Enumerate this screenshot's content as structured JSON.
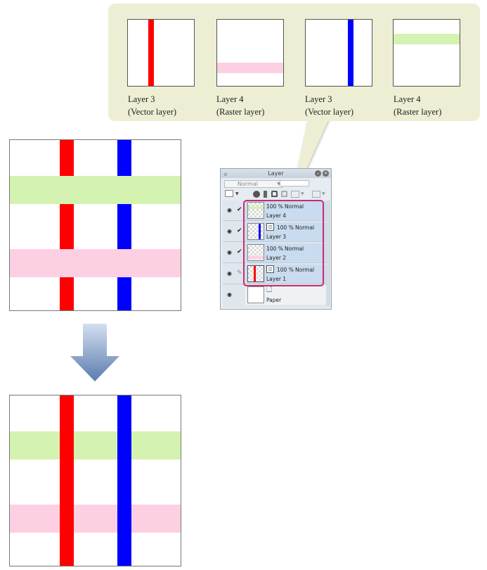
{
  "colors": {
    "red": "#ff0000",
    "blue": "#0000ff",
    "green": "#d4f2b0",
    "pink": "#fcd0e2",
    "callout_bg": "#edeed3",
    "highlight": "#cc2b6b",
    "arrow_top": "#d3dff0",
    "arrow_bottom": "#5a7cae"
  },
  "callout": {
    "items": [
      {
        "name": "Layer 3",
        "type": "(Vector layer)",
        "icon": "red-vertical-stroke"
      },
      {
        "name": "Layer 4",
        "type": "(Raster layer)",
        "icon": "pink-horizontal-band"
      },
      {
        "name": "Layer 3",
        "type": "(Vector layer)",
        "icon": "blue-vertical-stroke"
      },
      {
        "name": "Layer 4",
        "type": "(Raster layer)",
        "icon": "green-horizontal-band"
      }
    ]
  },
  "panel": {
    "title": "Layer",
    "blend_mode": "Normal",
    "grip_icon": "grip-icon",
    "layers": [
      {
        "opacity": "100 %",
        "mode": "Normal",
        "name": "Layer 4",
        "type": "raster",
        "checked": true
      },
      {
        "opacity": "100 %",
        "mode": "Normal",
        "name": "Layer 3",
        "type": "vector",
        "checked": true
      },
      {
        "opacity": "100 %",
        "mode": "Normal",
        "name": "Layer 2",
        "type": "raster",
        "checked": true
      },
      {
        "opacity": "100 %",
        "mode": "Normal",
        "name": "Layer 1",
        "type": "vector",
        "checked": false
      },
      {
        "name": "Paper",
        "type": "paper"
      }
    ]
  },
  "glyphs": {
    "eye": "◉",
    "check": "✔",
    "pencil": "✎",
    "grip": "≡",
    "min": "–",
    "close": "×",
    "dropdown": "▼",
    "paper": "🗋",
    "vector": "◫"
  }
}
